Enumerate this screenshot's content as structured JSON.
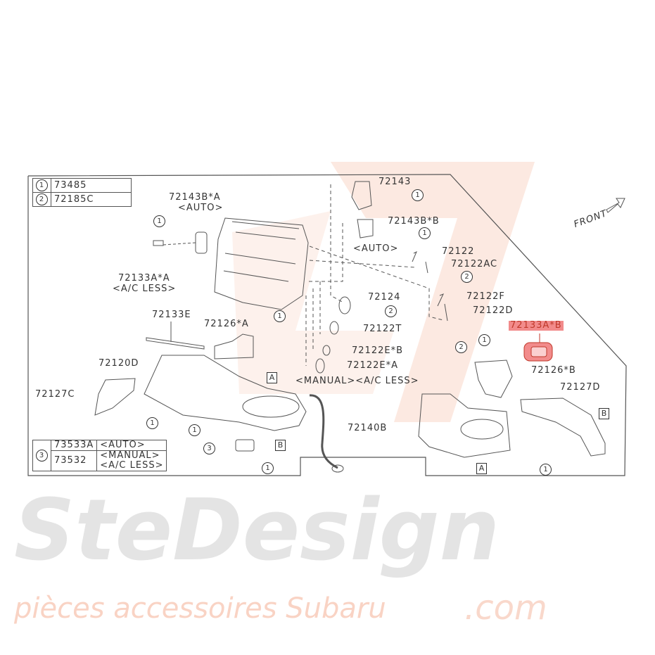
{
  "watermark": {
    "brand": "SteDesign",
    "domain": ".com",
    "tagline": "pièces accessoires Subaru"
  },
  "legend_top": [
    {
      "marker": "1",
      "part": "73485"
    },
    {
      "marker": "2",
      "part": "72185C"
    }
  ],
  "legend_bottom": {
    "marker": "3",
    "rows": [
      {
        "part": "73533A",
        "variant": "<AUTO>"
      },
      {
        "part": "73532",
        "variant": "<MANUAL>",
        "variant2": "<A/C LESS>"
      }
    ]
  },
  "front_label": "FRONT",
  "labels": {
    "p72143BA": "72143B*A",
    "auto1": "<AUTO>",
    "p72133AA": "72133A*A",
    "acless1": "<A/C LESS>",
    "p72133E": "72133E",
    "p72126A": "72126*A",
    "p72120D": "72120D",
    "p72127C": "72127C",
    "p72143": "72143",
    "p72143BB": "72143B*B",
    "auto2": "<AUTO>",
    "p72122": "72122",
    "p72122AC": "72122AC",
    "p72124": "72124",
    "p72122F": "72122F",
    "p72122D": "72122D",
    "p72122T": "72122T",
    "p72122EB": "72122E*B",
    "p72122EA": "72122E*A",
    "manual_acless": "<MANUAL><A/C LESS>",
    "p72140B": "72140B",
    "p72133AB": "72133A*B",
    "p72126B": "72126*B",
    "p72127D": "72127D"
  },
  "markers": {
    "one": "1",
    "two": "2",
    "three": "3",
    "A": "A",
    "B": "B"
  },
  "highlight_color": "#f28b8b"
}
